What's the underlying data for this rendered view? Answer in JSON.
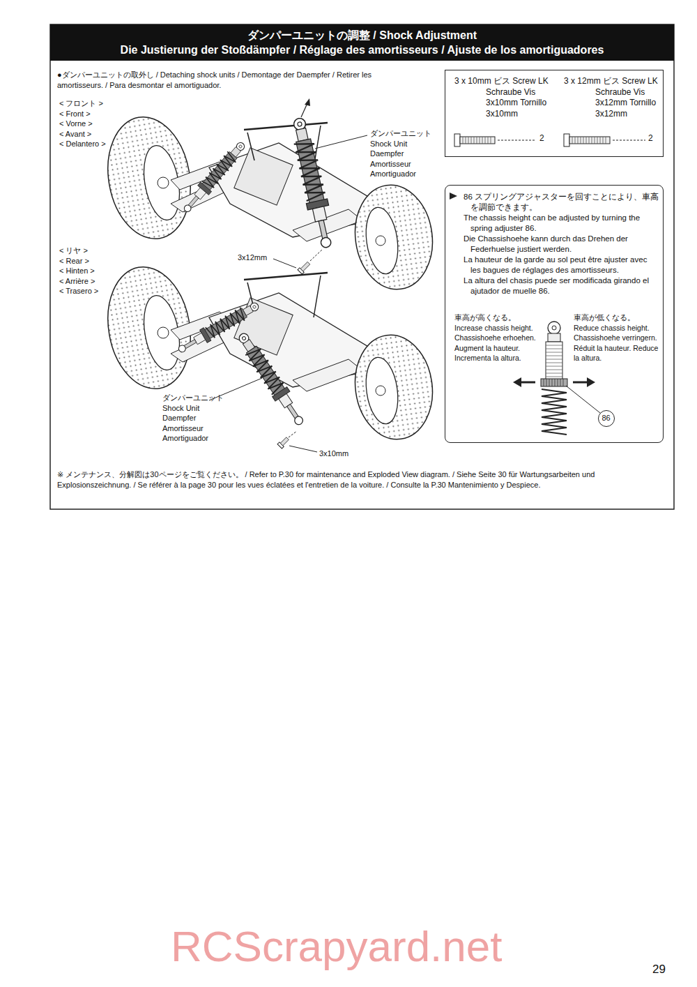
{
  "diagram": {
    "nodes": [
      {
        "text": [
          "ダンパーユニットの調整 / Shock Adjustment",
          "Die Justierung der Stoßdämpfer / Réglage des amortisseurs / Ajuste de los amortiguadores"
        ]
      },
      {
        "text": [
          "3 x 10mm ビス Screw LK Schraube Vis 3x10mm Tornillo 3x10mm",
          "2",
          "3 x 12mm ビス Screw LK Schraube Vis 3x12mm Tornillo 3x12mm",
          "2"
        ]
      },
      {
        "text": [
          "86 スプリングアジャスターを回すことにより、車高を調節できます。",
          "The chassis height can be adjusted by turning the spring adjuster 86.",
          "Die Chassishoehe kann durch das Drehen der Federhuelse justiert werden.",
          "La hauteur de la garde au sol peut être ajuster avec les bagues de réglages des amortisseurs.",
          "La altura del chasis puede ser modificada girando el ajutador de muelle 86.",
          "車高が高くなる。 Increase chassis height. Chassishoehe erhoehen. Augment la hauteur. Incrementa la altura.",
          "車高が低くなる。 Reduce chassis height. Chassishoehe verringern. Réduit la hauteur. Reduce la altura."
        ]
      },
      {
        "text": [
          "86"
        ],
        "in": 2
      }
    ],
    "labels": [
      "●ダンパーユニットの取外し / Detaching shock units / Demontage der Daempfer / Retirer les amortisseurs. / Para desmontar el amortiguador.",
      "< フロント >",
      "< Front >",
      "< Vorne >",
      "< Avant >",
      "< Delantero >",
      "ダンパーユニット Shock Unit Daempfer Amortisseur Amortiguador",
      "3x12mm",
      "< リヤ >",
      "< Rear >",
      "< Hinten >",
      "< Arrière >",
      "< Trasero >",
      "ダンパーユニット Shock Unit Daempfer Amortisseur Amortiguador",
      "3x10mm",
      "※ メンテナンス、分解図は30ページをご覧ください。 / Refer to P.30 for maintenance and Exploded View diagram. / Siehe Seite 30 für Wartungsarbeiten und Explosionszeichnung. / Se référer à la page 30 pour les vues éclatées et l'entretien de la voiture. / Consulte la P.30 Mantenimiento y Despiece.",
      "RCScrapyard.net",
      "29"
    ]
  }
}
